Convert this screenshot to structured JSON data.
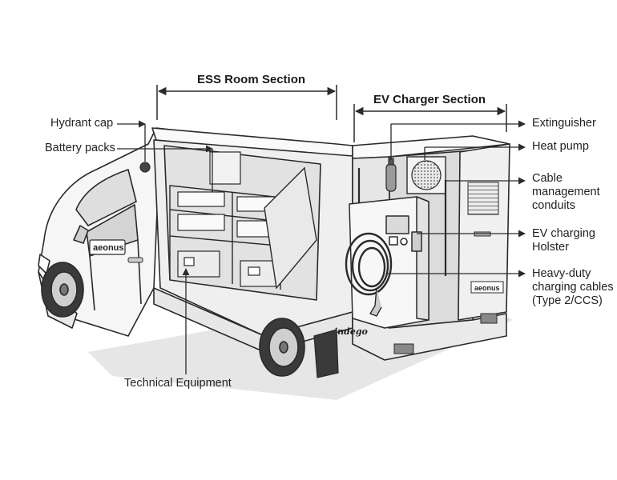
{
  "sections": {
    "ess_room": "ESS Room Section",
    "ev_charger": "EV Charger Section"
  },
  "callouts": {
    "hydrant_cap": "Hydrant cap",
    "battery_packs": "Battery packs",
    "technical_equipment": "Technical Equipment",
    "extinguisher": "Extinguisher",
    "heat_pump": "Heat pump",
    "cable_management": "Cable management conduits",
    "ev_charging_holster": "EV charging Holster",
    "charging_cables": "Heavy-duty charging cables (Type 2/CCS)"
  },
  "brand": {
    "side_logo": "aeonus",
    "rear_logo": "aeonus",
    "rear_script": "indego"
  },
  "colors": {
    "line": "#2a2a2a",
    "body_fill": "#f4f4f4",
    "shadow": "#d9d9d9"
  }
}
